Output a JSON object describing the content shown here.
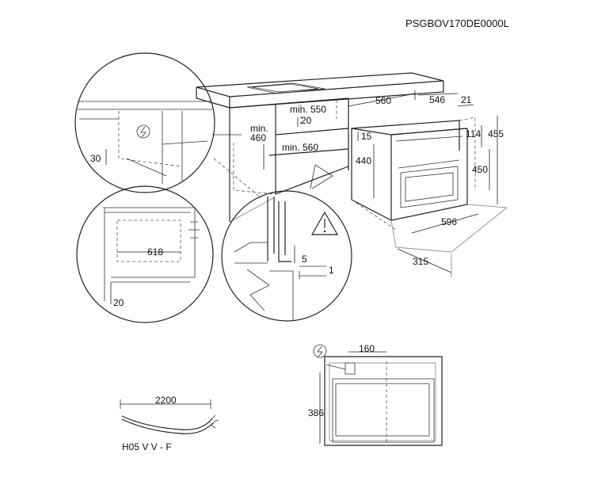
{
  "header": {
    "model_code": "PSGBOV170DE0000L"
  },
  "dimensions": {
    "oven_depth": "546",
    "niche_width": "560",
    "door_offset": "21",
    "niche_min_depth_label": "min. 550",
    "top_gap": "20",
    "niche_min_height_label_1": "min.",
    "niche_min_height_label_2": "460",
    "niche_min_width_label": "min. 560",
    "bottom_gap_1": "15",
    "oven_height": "440",
    "panel_top": "114",
    "front_height_outer": "455",
    "front_height_inner": "450",
    "front_width": "596",
    "door_open_depth": "315",
    "cable_hole_height": "30",
    "inner_width": "618",
    "bottom_clearance": "20",
    "detail_gap_5": "5",
    "detail_gap_1": "1",
    "connection_offset": "160",
    "side_height": "386",
    "cable_length": "2200",
    "cable_type": "H05 V V - F"
  },
  "icons": {
    "electric_symbol": "electric-connection-icon",
    "warning_symbol": "warning-triangle-icon"
  }
}
